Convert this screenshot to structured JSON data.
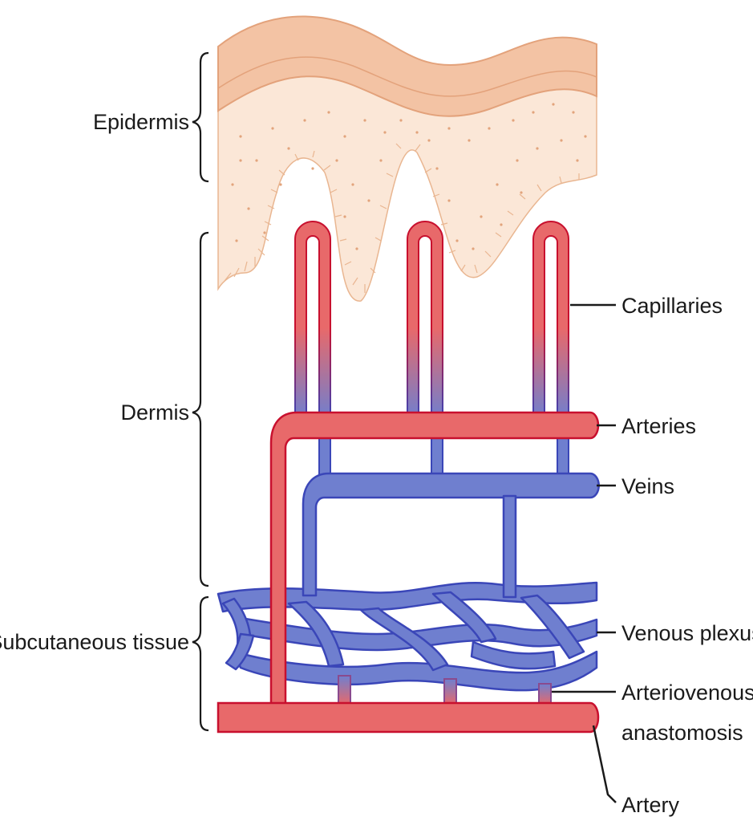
{
  "labels": {
    "epidermis": "Epidermis",
    "dermis": "Dermis",
    "subcutaneous": "Subcutaneous tissue",
    "capillaries": "Capillaries",
    "arteries": "Arteries",
    "veins": "Veins",
    "venous_plexus": "Venous plexus",
    "arteriovenous_line1": "Arteriovenous",
    "arteriovenous_line2": "anastomosis",
    "artery": "Artery"
  },
  "colors": {
    "artery_fill": "#e8696a",
    "artery_stroke": "#c8102e",
    "vein_fill": "#6f7fcf",
    "vein_stroke": "#3a46b8",
    "epidermis_outer": "#f3c3a4",
    "epidermis_outer_stroke": "#e3a27b",
    "epidermis_inner": "#fbe7d7",
    "dots": "#e2a47c"
  }
}
